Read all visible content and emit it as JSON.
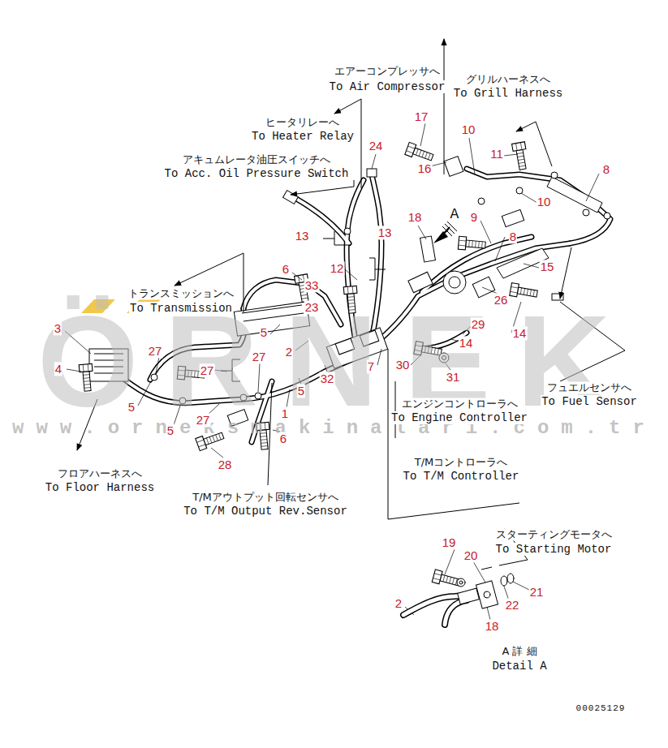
{
  "diagram": {
    "labels": [
      "ÖRNEK",
      "www.orneksmakinalari.com.tr",
      "エアーコンプレッサへ",
      "To Air Compressor",
      "グリルハーネスへ",
      "To Grill Harness",
      "ヒータリレーへ",
      "To Heater Relay",
      "アキュムレータ油圧スイッチへ",
      "To Acc. Oil Pressure Switch",
      "トランスミッションへ",
      "To Transmission",
      "エンジンコントローラへ",
      "To Engine Controller",
      "フュエルセンサへ",
      "To Fuel Sensor",
      "T/Mコントローラへ",
      "To T/M Controller",
      "フロアハーネスへ",
      "To Floor Harness",
      "T/Mアウトプット回転センサへ",
      "To T/M Output Rev.Sensor",
      "スターティングモータへ",
      "To Starting Motor",
      "A",
      "A 詳 細",
      "Detail A",
      "00025129",
      "17",
      "10",
      "11",
      "8",
      "16",
      "24",
      "10",
      "18",
      "9",
      "8",
      "13",
      "13",
      "15",
      "12",
      "6",
      "33",
      "23",
      "26",
      "3",
      "5",
      "29",
      "14",
      "14",
      "2",
      "27",
      "27",
      "4",
      "27",
      "30",
      "7",
      "32",
      "31",
      "5",
      "5",
      "1",
      "5",
      "27",
      "6",
      "28",
      "19",
      "20",
      "21",
      "22",
      "2",
      "18"
    ]
  }
}
